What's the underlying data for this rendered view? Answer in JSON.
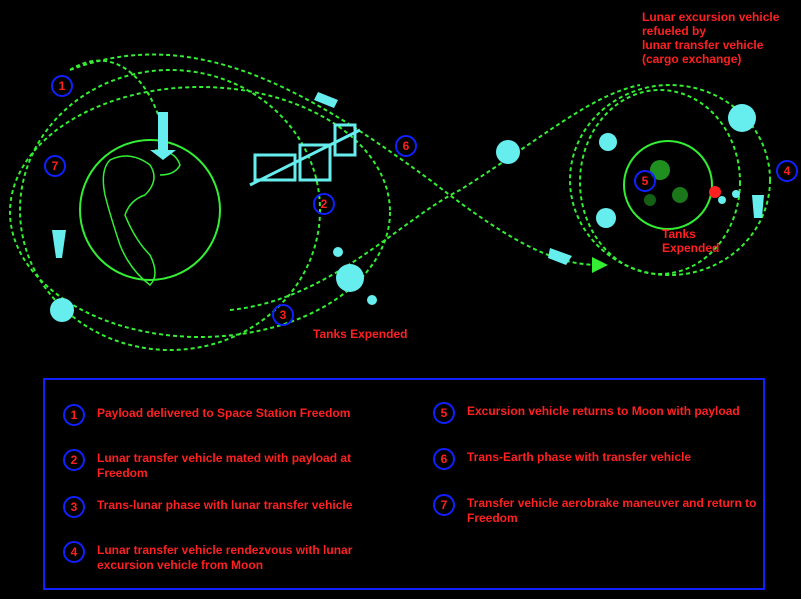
{
  "colors": {
    "background": "#000000",
    "orbit": "#33ee33",
    "spacecraft": "#66eeee",
    "text": "#ff2020",
    "marker_border": "#1020ff"
  },
  "annotations": {
    "lunar_refuel": "Lunar excursion vehicle\nrefueled by\nlunar transfer vehicle\n(cargo exchange)",
    "tanks_expended_moon": "Tanks\nExpended",
    "tanks_expended_earth": "Tanks Expended"
  },
  "markers": [
    "1",
    "2",
    "3",
    "4",
    "5",
    "6",
    "7"
  ],
  "legend": [
    {
      "num": "1",
      "text": "Payload delivered to Space Station Freedom"
    },
    {
      "num": "2",
      "text": "Lunar transfer vehicle mated with payload at Freedom"
    },
    {
      "num": "3",
      "text": "Trans-lunar phase with lunar transfer vehicle"
    },
    {
      "num": "4",
      "text": "Lunar transfer vehicle rendezvous with lunar excursion vehicle from Moon"
    },
    {
      "num": "5",
      "text": "Excursion vehicle returns to Moon with payload"
    },
    {
      "num": "6",
      "text": "Trans-Earth phase with transfer vehicle"
    },
    {
      "num": "7",
      "text": "Transfer vehicle aerobrake maneuver and return to Freedom"
    }
  ],
  "icons": [
    "earth-icon",
    "moon-icon",
    "space-station-icon",
    "shuttle-icon",
    "transfer-vehicle-icon",
    "excursion-vehicle-icon",
    "fuel-tank-icon"
  ]
}
